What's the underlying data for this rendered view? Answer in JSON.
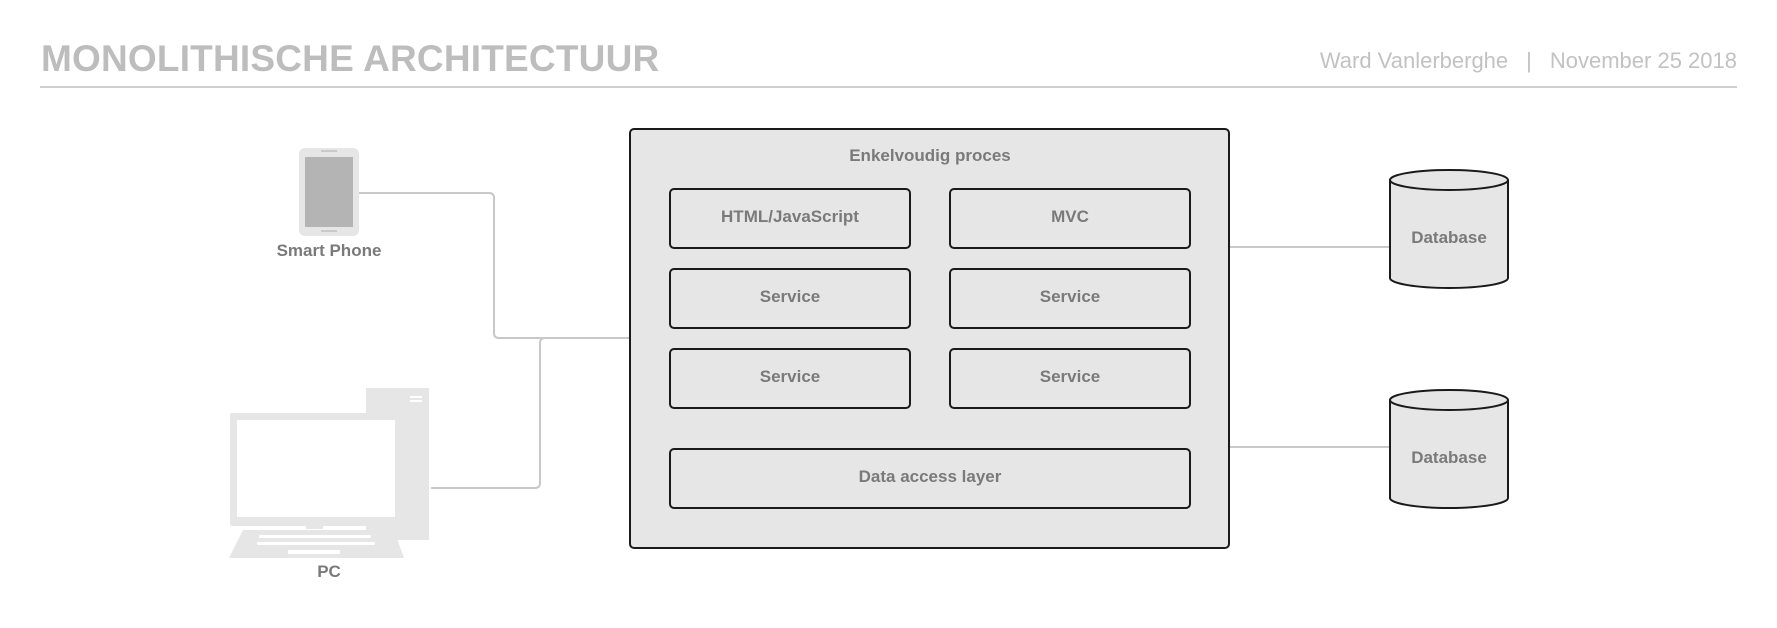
{
  "header": {
    "title": "MONOLITHISCHE ARCHITECTUUR",
    "author": "Ward Vanlerberghe",
    "separator": "|",
    "date": "November 25 2018"
  },
  "clients": {
    "phone_label": "Smart Phone",
    "pc_label": "PC"
  },
  "process": {
    "title": "Enkelvoudig proces",
    "modules": [
      "HTML/JavaScript",
      "MVC",
      "Service",
      "Service",
      "Service",
      "Service"
    ],
    "data_layer": "Data access layer"
  },
  "databases": [
    "Database",
    "Database"
  ],
  "colors": {
    "title": "#bdbdbd",
    "meta": "#c2c2c2",
    "box_fill": "#e6e6e6",
    "box_stroke": "#1a1a1a",
    "device": "#e6e6e6",
    "connector": "#c8c8c8",
    "label": "#7a7a7a"
  }
}
